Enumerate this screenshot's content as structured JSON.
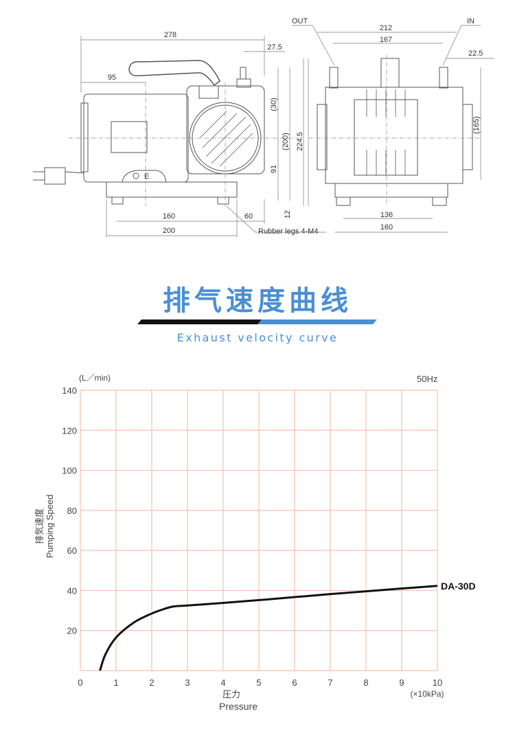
{
  "drawing": {
    "side_view": {
      "dim_overall_length": "278",
      "dim_port_offset": "27.5",
      "dim_motor_center": "95",
      "dim_port_height": "(30)",
      "dim_body_height": "(200)",
      "dim_total_height": "224.5",
      "dim_center_height": "91",
      "dim_leg_height": "12",
      "dim_leg_spacing": "160",
      "dim_rear_offset": "60",
      "dim_base_length": "200",
      "rubber_legs_label": "Rubber legs 4-M4",
      "earth_mark": "E"
    },
    "front_view": {
      "out_label": "OUT",
      "in_label": "IN",
      "dim_overall_width": "212",
      "dim_port_spacing": "167",
      "dim_port_offset": "22.5",
      "dim_body_height": "(165)",
      "dim_leg_spacing": "136",
      "dim_base_width": "160"
    }
  },
  "section": {
    "title": "排气速度曲线",
    "subtitle": "Exhaust velocity curve",
    "accent_color": "#4a8fd6"
  },
  "chart_data": {
    "type": "line",
    "title": "",
    "unit_label": "(L／min)",
    "frequency_label": "50Hz",
    "ylabel_jp": "排気速度",
    "ylabel": "Pumping Speed",
    "xlabel_jp": "圧力",
    "xlabel": "Pressure",
    "x_unit": "(×10kPa)",
    "xlim": [
      0,
      10
    ],
    "ylim": [
      0,
      140
    ],
    "x_ticks": [
      "0",
      "1",
      "2",
      "3",
      "4",
      "5",
      "6",
      "7",
      "8",
      "9",
      "10"
    ],
    "y_ticks": [
      "20",
      "40",
      "60",
      "80",
      "100",
      "120",
      "140"
    ],
    "grid": true,
    "grid_color": "#f6c2ab",
    "series": [
      {
        "name": "DA-30D",
        "color": "#111111",
        "x": [
          0.55,
          0.7,
          1.0,
          1.5,
          2.0,
          2.3,
          2.6,
          3,
          4,
          5,
          6,
          7,
          8,
          9,
          10
        ],
        "y": [
          0,
          8,
          16.5,
          24,
          28.5,
          30.5,
          32,
          32.5,
          33.8,
          35.2,
          36.7,
          38.2,
          39.6,
          41,
          42.3
        ]
      }
    ]
  }
}
